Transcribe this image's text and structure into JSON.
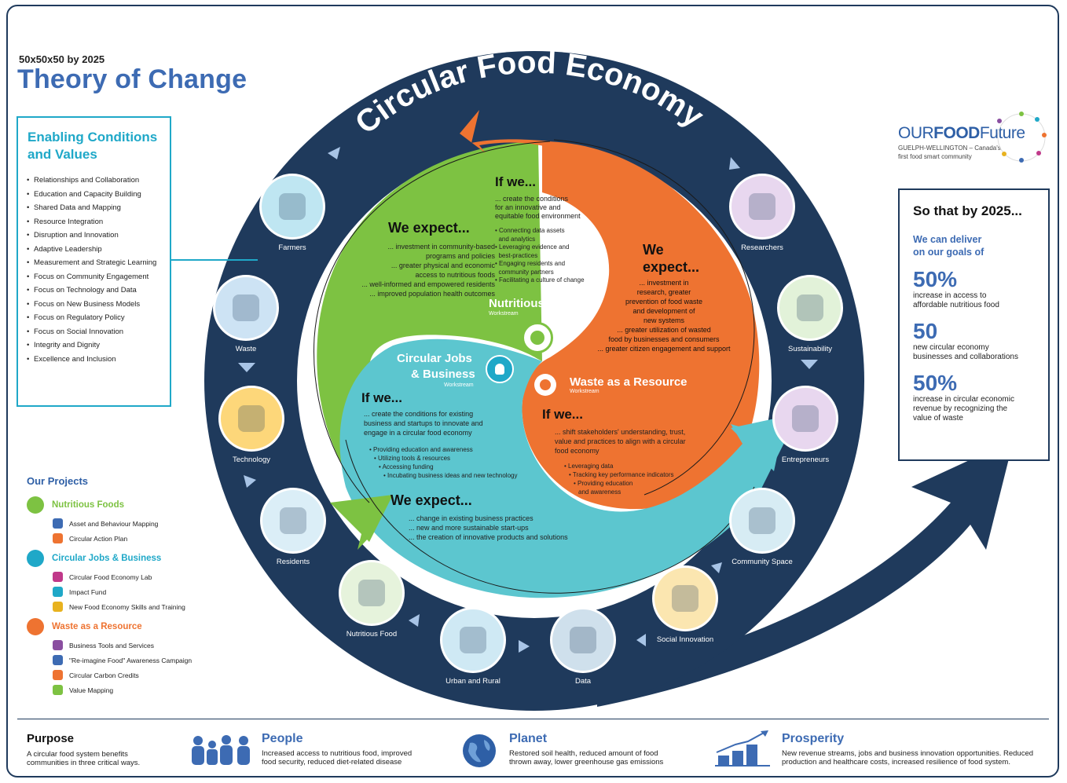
{
  "header": {
    "kicker": "50x50x50 by 2025",
    "title": "Theory of Change"
  },
  "enabling": {
    "title": "Enabling Conditions and Values",
    "items": [
      "Relationships and Collaboration",
      "Education and Capacity Building",
      "Shared Data and Mapping",
      "Resource Integration",
      "Disruption and Innovation",
      "Adaptive Leadership",
      "Measurement and Strategic Learning",
      "Focus on Community Engagement",
      "Focus on Technology and Data",
      "Focus on New Business Models",
      "Focus on Regulatory Policy",
      "Focus on Social Innovation",
      "Integrity and Dignity",
      "Excellence and Inclusion"
    ]
  },
  "projects": {
    "title": "Our Projects",
    "groups": [
      {
        "name": "Nutritious Foods",
        "color": "#7dc242",
        "items": [
          "Asset and Behaviour Mapping",
          "Circular Action Plan"
        ]
      },
      {
        "name": "Circular Jobs & Business",
        "color": "#1fa8c8",
        "items": [
          "Circular Food Economy Lab",
          "Impact Fund",
          "New Food Economy Skills and Training"
        ]
      },
      {
        "name": "Waste as a Resource",
        "color": "#ee7331",
        "items": [
          "Business Tools and Services",
          "\"Re-imagine Food\" Awareness Campaign",
          "Circular Carbon Credits",
          "Value Mapping"
        ]
      }
    ]
  },
  "logo": {
    "our": "OUR",
    "food": "FOOD",
    "future": "Future",
    "sub1": "GUELPH-WELLINGTON – Canada's",
    "sub2": "first food smart community"
  },
  "goals": {
    "title": "So that by 2025...",
    "lead1": "We can deliver",
    "lead2": "on our goals of",
    "items": [
      {
        "big": "50%",
        "l1": "increase in access to",
        "l2": "affordable nutritious food",
        "l3": ""
      },
      {
        "big": "50",
        "l1": "new circular economy",
        "l2": "businesses and collaborations",
        "l3": ""
      },
      {
        "big": "50%",
        "l1": "increase in circular economic",
        "l2": "revenue by recognizing the",
        "l3": "value of waste"
      }
    ]
  },
  "ring": {
    "title": "Circular Food Economy",
    "nodes": [
      "Farmers",
      "Waste",
      "Technology",
      "Residents",
      "Nutritious Food",
      "Urban and Rural",
      "Data",
      "Social Innovation",
      "Community Space",
      "Entrepreneurs",
      "Sustainability",
      "Researchers"
    ]
  },
  "nutritious": {
    "title": "Nutritious Foods",
    "tag": "Workstream",
    "ifwe": "If we...",
    "if_lines": [
      "... create the conditions",
      "for an innovative and",
      "equitable food environment"
    ],
    "bullets": [
      "• Connecting data assets",
      "  and analytics",
      "• Leveraging evidence and",
      "  best-practices",
      "• Engaging residents and",
      "  community partners",
      "• Facilitating a culture of change"
    ],
    "expect": "We expect...",
    "exp_lines": [
      "... investment in community-based",
      "programs and policies",
      "... greater physical and economic",
      "access to nutritious foods",
      "... well-informed and empowered residents",
      "... improved population health outcomes"
    ]
  },
  "waste": {
    "title": "Waste as a Resource",
    "tag": "Workstream",
    "expect1": "We",
    "expect2": "expect...",
    "exp_lines": [
      "... investment in",
      "research, greater",
      "prevention of food waste",
      "and development of",
      "new systems",
      "... greater utilization of wasted",
      "food by businesses and consumers",
      "... greater citizen engagement and support"
    ],
    "ifwe": "If we...",
    "if_lines": [
      "... shift stakeholders' understanding, trust,",
      "value and practices to align with a circular",
      "food economy"
    ],
    "bullets": [
      "• Leveraging data",
      "• Tracking key performance indicators",
      "• Providing education",
      "and awareness"
    ]
  },
  "jobs": {
    "title1": "Circular Jobs",
    "title2": "& Business",
    "tag": "Workstream",
    "ifwe": "If we...",
    "if_lines": [
      "... create the conditions for existing",
      "business and startups to innovate and",
      "engage in a circular food economy"
    ],
    "bullets": [
      "• Providing education and awareness",
      "• Utilizing tools & resources",
      "• Accessing funding",
      "• Incubating business ideas and new technology"
    ],
    "expect": "We expect...",
    "exp_lines": [
      "... change in existing business practices",
      "... new and more sustainable start-ups",
      "... the creation of innovative products and solutions"
    ]
  },
  "bottom": {
    "purpose": {
      "title": "Purpose",
      "l1": "A circular food system benefits",
      "l2": "communities in three critical ways."
    },
    "people": {
      "title": "People",
      "l1": "Increased access to nutritious food, improved",
      "l2": "food security, reduced diet-related disease"
    },
    "planet": {
      "title": "Planet",
      "l1": "Restored soil health, reduced amount of food",
      "l2": "thrown away, lower greenhouse gas emissions"
    },
    "prosperity": {
      "title": "Prosperity",
      "l1": "New revenue streams, jobs and business innovation opportunities. Reduced",
      "l2": "production and healthcare costs, increased resilience of food system."
    }
  },
  "colors": {
    "navy": "#1f3a5c",
    "green": "#7dc242",
    "orange": "#ee7331",
    "teal": "#5cc6cf",
    "blue": "#3d6bb3"
  }
}
